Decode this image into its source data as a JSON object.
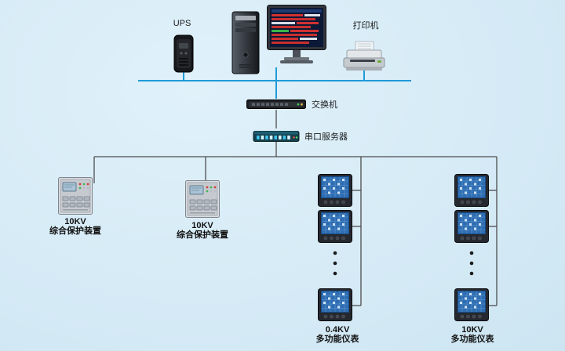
{
  "diagram": {
    "labels": {
      "ups": "UPS",
      "printer": "打印机",
      "switch": "交换机",
      "serial_server": "串口服务器"
    },
    "groups": {
      "protection_left": {
        "voltage": "10KV",
        "name": "综合保护装置"
      },
      "protection_mid": {
        "voltage": "10KV",
        "name": "综合保护装置"
      },
      "meters_04kv": {
        "voltage": "0.4KV",
        "name": "多功能仪表"
      },
      "meters_10kv": {
        "voltage": "10KV",
        "name": "多功能仪表"
      }
    },
    "colors": {
      "background": "#d6ebf6",
      "ethernet_line": "#1f9ad6",
      "field_line": "#4d4d4d"
    }
  }
}
